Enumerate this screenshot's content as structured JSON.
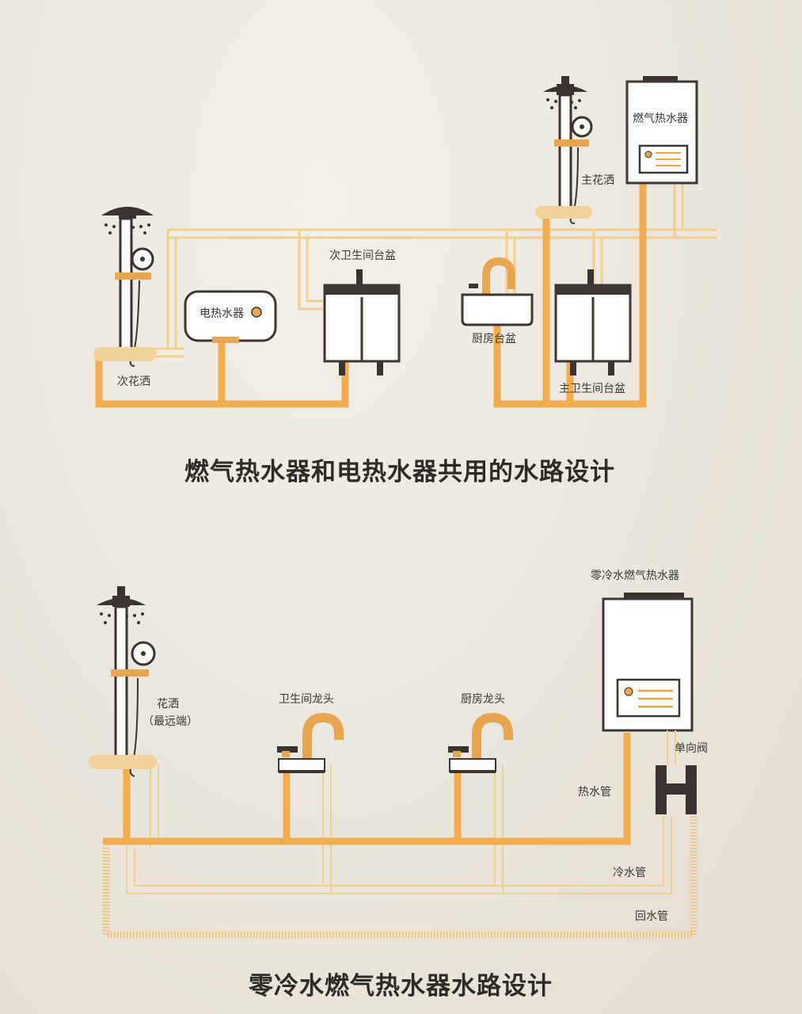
{
  "diagram1": {
    "title": "燃气热水器和电热水器共用的水路设计",
    "labels": {
      "gas_heater": "燃气热水器",
      "main_shower": "主花洒",
      "secondary_shower": "次花洒",
      "electric_heater": "电热水器",
      "secondary_basin": "次卫生间台盆",
      "kitchen_basin": "厨房台盆",
      "main_basin": "主卫生间台盆"
    }
  },
  "diagram2": {
    "title": "零冷水燃气热水器水路设计",
    "labels": {
      "zero_cold_heater": "零冷水燃气热水器",
      "shower_line1": "花洒",
      "shower_line2": "（最远端）",
      "bathroom_tap": "卫生间龙头",
      "kitchen_tap": "厨房龙头",
      "check_valve": "单向阀",
      "hot_pipe": "热水管",
      "cold_pipe": "冷水管",
      "return_pipe": "回水管"
    }
  },
  "colors": {
    "hot_pipe": "#f1ad4f",
    "cold_pipe": "#f3cf8d",
    "outline": "#3d3733",
    "background": "#ebe6dd"
  }
}
